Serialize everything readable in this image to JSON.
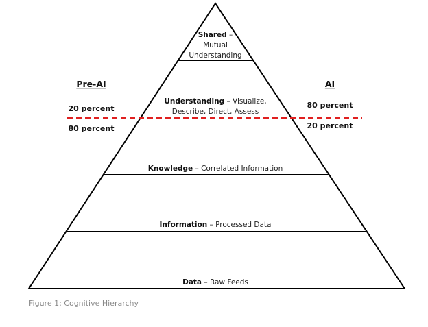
{
  "levels": [
    {
      "title": "Shared",
      "sep": " –",
      "line2": "Mutual",
      "line3": "Understanding"
    },
    {
      "title": "Understanding",
      "sep": " – Visualize,",
      "line2": "Describe, Direct, Assess"
    },
    {
      "title": "Knowledge",
      "desc": " – Correlated Information"
    },
    {
      "title": "Information",
      "desc": " – Processed Data"
    },
    {
      "title": "Data",
      "desc": " – Raw Feeds"
    }
  ],
  "pre_ai": {
    "header": "Pre-AI",
    "above": "20 percent",
    "below": "80 percent"
  },
  "ai": {
    "header": "AI",
    "above": "80 percent",
    "below": "20 percent"
  },
  "caption": "Figure 1: Cognitive Hierarchy",
  "colors": {
    "divider": "#e02020",
    "lines": "#000000"
  }
}
